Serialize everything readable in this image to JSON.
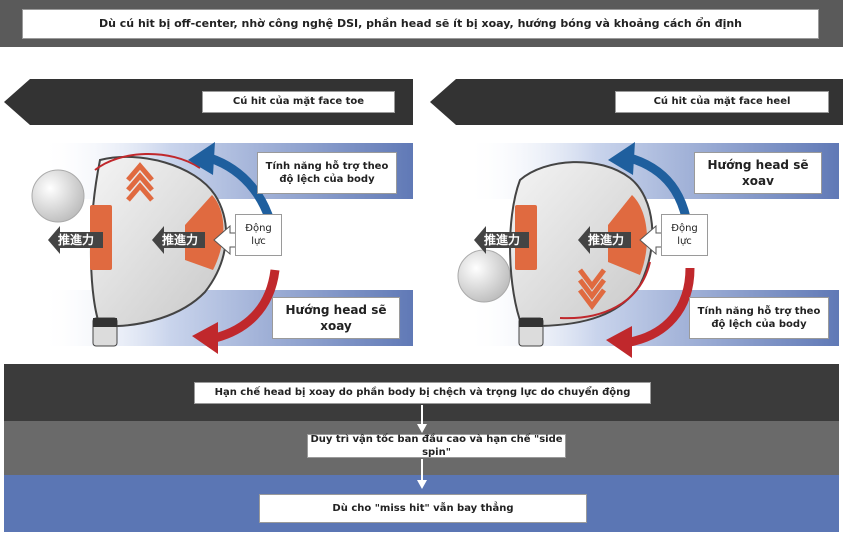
{
  "header": {
    "title": "Dù cú hit bị off-center, nhờ công nghệ DSI, phần head sẽ ít bị xoay, hướng bóng và khoảng cách ổn định"
  },
  "left_panel": {
    "banner": "Cú hit của mặt face toe",
    "top_note": "Tính năng hỗ trợ  theo độ lệch của  body",
    "bottom_note": "Hướng  head sẽ xoay",
    "force_label": "Động lực",
    "propulsion_label_a": "推進力",
    "propulsion_label_b": "推進力"
  },
  "right_panel": {
    "banner": "Cú hit của mặt face heel",
    "top_note": "Hướng  head sẽ xoav",
    "bottom_note": "Tính năng hỗ trợ  theo độ lệch của  body",
    "force_label": "Động lực",
    "propulsion_label_a": "推進力",
    "propulsion_label_b": "推進力"
  },
  "flow": {
    "step1": "Hạn chế head bị xoay do phần body bị chệch và trọng lực do chuyển động",
    "step2": "Duy trì vận tốc ban đầu cao và hạn chế \"side spin\"",
    "step3": "Dù cho \"miss hit\" vẫn bay thẳng"
  },
  "colors": {
    "header_bg": "#555555",
    "banner_dark": "#333333",
    "blue_band": "#5b76b4",
    "orange_pad": "#e06a40",
    "arrow_red": "#c0282c",
    "arrow_blue": "#1f5f9e"
  }
}
